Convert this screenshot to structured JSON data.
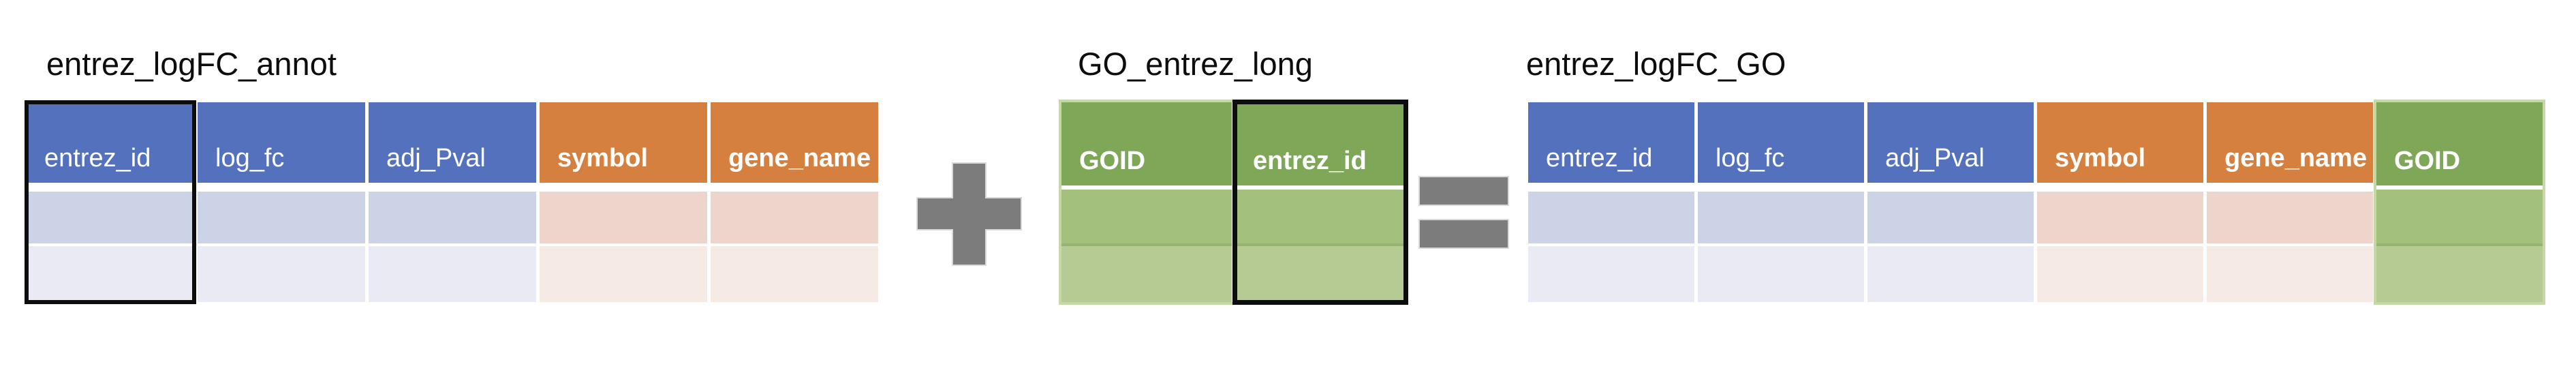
{
  "operators": {
    "plus": "+",
    "equals": "="
  },
  "colors": {
    "title_color": "#0d0d0d",
    "header_text": "#ffffff",
    "blue_header": "#5471be",
    "blue_row1": "#cdd3e6",
    "blue_row2": "#e9eaf4",
    "orange_header": "#d5803e",
    "orange_row1": "#eed5cb",
    "orange_row2": "#f6eae5",
    "green_header": "#7ea857",
    "green_row1": "#a4c07d",
    "green_row2": "#b5cb93",
    "green_divider": "#97b273",
    "green_outline": "#c6d8a8",
    "highlight_border": "#0d0d0d",
    "op_fill": "#7c7c7c",
    "op_outline": "#d9d9d9"
  },
  "tables": [
    {
      "name": "entrez_logFC_annot",
      "data_rows": 2,
      "columns": [
        {
          "label": "entrez_id",
          "group": "blue",
          "header_bold": false,
          "highlighted": true
        },
        {
          "label": "log_fc",
          "group": "blue",
          "header_bold": false
        },
        {
          "label": "adj_Pval",
          "group": "blue",
          "header_bold": false
        },
        {
          "label": "symbol",
          "group": "orange",
          "header_bold": true
        },
        {
          "label": "gene_name",
          "group": "orange",
          "header_bold": true
        }
      ]
    },
    {
      "name": "GO_entrez_long",
      "data_rows": 2,
      "outlined": true,
      "columns": [
        {
          "label": "GOID",
          "group": "green",
          "header_bold": true
        },
        {
          "label": "entrez_id",
          "group": "green",
          "header_bold": true,
          "highlighted": true
        }
      ]
    },
    {
      "name": "entrez_logFC_GO",
      "data_rows": 2,
      "columns": [
        {
          "label": "entrez_id",
          "group": "blue",
          "header_bold": false
        },
        {
          "label": "log_fc",
          "group": "blue",
          "header_bold": false
        },
        {
          "label": "adj_Pval",
          "group": "blue",
          "header_bold": false
        },
        {
          "label": "symbol",
          "group": "orange",
          "header_bold": true
        },
        {
          "label": "gene_name",
          "group": "orange",
          "header_bold": true
        },
        {
          "label": "GOID",
          "group": "green",
          "header_bold": true,
          "outlined": true
        }
      ]
    }
  ]
}
